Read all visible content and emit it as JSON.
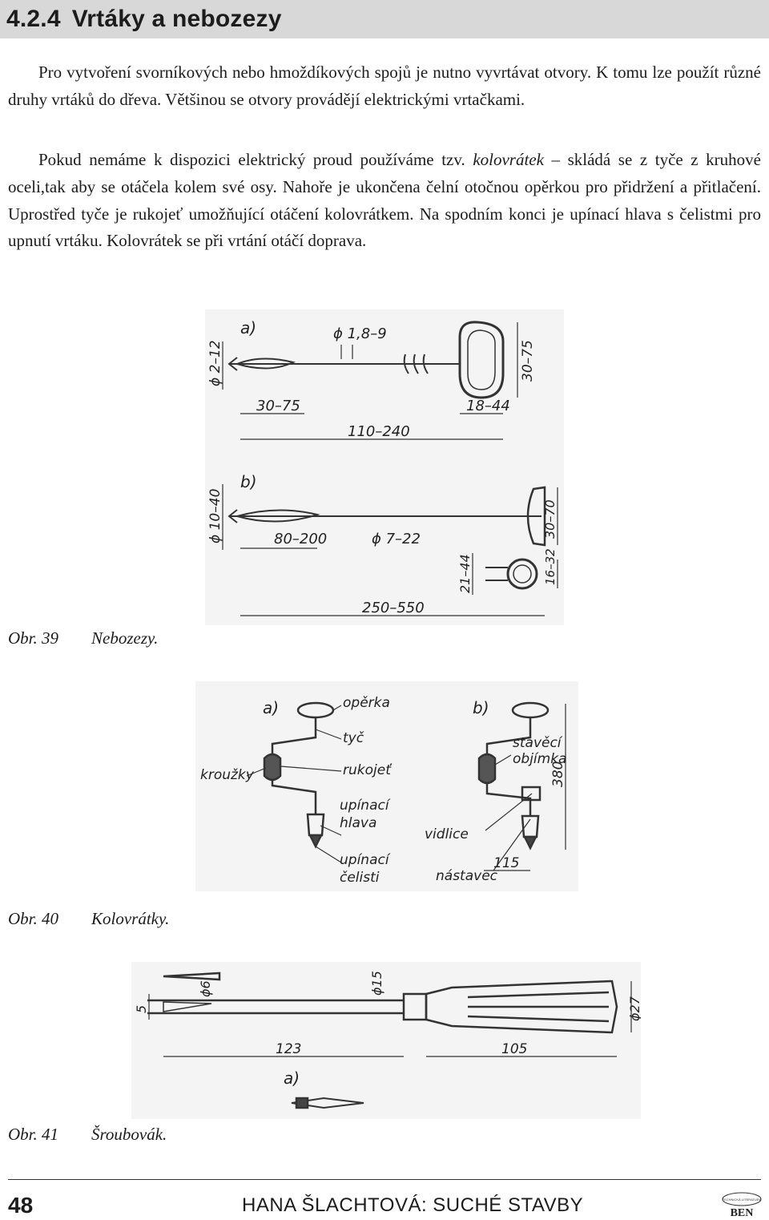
{
  "header": {
    "number": "4.2.4",
    "title": "Vrtáky a nebozezy"
  },
  "paragraphs": {
    "p1": "Pro vytvoření svorníkových nebo hmoždíkových spojů je nutno vyvrtávat otvory. K tomu lze použít různé druhy vrtáků do dřeva. Většinou se otvory provádějí elektrickými vrtačkami.",
    "p2_before": "Pokud nemáme k dispozici elektrický proud používáme tzv. ",
    "p2_term": "kolovrátek",
    "p2_after": " – skládá se z tyče z kruhové oceli,tak aby se otáčela kolem své osy. Nahoře je ukončena čelní otočnou opěrkou pro přidržení a přitlačení. Uprostřed tyče je rukojeť umožňující otáčení kolovrátkem. Na spodním konci je upínací hlava s čelistmi pro upnutí vrtáku. Kolovrátek se při vrtání otáčí doprava."
  },
  "fig39": {
    "caption_num": "Obr. 39",
    "caption_text": "Nebozezy.",
    "a": {
      "label": "a)",
      "dims": [
        "ϕ 1,8–9",
        "ϕ 2–12",
        "30–75",
        "30–75",
        "18–44",
        "110–240"
      ]
    },
    "b": {
      "label": "b)",
      "dims": [
        "ϕ 10–40",
        "80–200",
        "ϕ 7–22",
        "30–70",
        "16–32",
        "21–44",
        "250–550"
      ]
    }
  },
  "fig40": {
    "caption_num": "Obr. 40",
    "caption_text": "Kolovrátky.",
    "a": {
      "label": "a)",
      "parts": [
        "opěrka",
        "tyč",
        "rukojeť",
        "kroužky",
        "upínací",
        "hlava",
        "upínací",
        "čelisti"
      ]
    },
    "b": {
      "label": "b)",
      "parts": [
        "stavěcí",
        "objímka",
        "vidlice",
        "nástavec"
      ],
      "dims": [
        "380",
        "115"
      ]
    }
  },
  "fig41": {
    "caption_num": "Obr. 41",
    "caption_text": "Šroubovák.",
    "label": "a)",
    "dims": [
      "5",
      "ϕ6",
      "ϕ15",
      "ϕ27",
      "123",
      "105"
    ]
  },
  "footer": {
    "page_number": "48",
    "book": "HANA ŠLACHTOVÁ: SUCHÉ STAVBY",
    "logo_top": "TECHNICKÁ LITERATURA",
    "logo_main": "BEN"
  }
}
